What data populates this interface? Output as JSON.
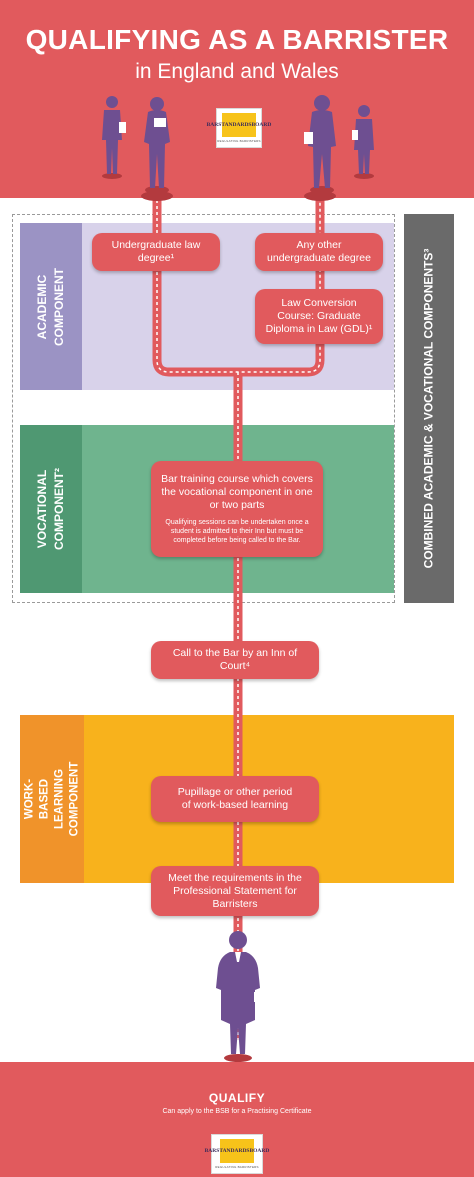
{
  "header": {
    "title": "QUALIFYING AS A BARRISTER",
    "subtitle": "in England and Wales",
    "logo_text_1": "BAR",
    "logo_text_2": "STANDARDS",
    "logo_text_3": "BOARD",
    "logo_tagline": "REGULATING BARRISTERS"
  },
  "components": {
    "academic": "ACADEMIC COMPONENT",
    "vocational": "VOCATIONAL COMPONENT²",
    "combined": "COMBINED ACADEMIC & VOCATIONAL COMPONENTS³",
    "work_based": "WORK-BASED LEARNING COMPONENT"
  },
  "steps": {
    "undergrad_law": "Undergraduate law degree¹",
    "other_degree": "Any other undergraduate degree",
    "gdl": "Law Conversion Course: Graduate Diploma in Law (GDL)¹",
    "bar_training": "Bar training course which covers the vocational component in one or two parts",
    "bar_training_note": "Qualifying sessions can be undertaken once a student is admitted to their Inn but must be completed before being called to the Bar.",
    "call_to_bar": "Call to the Bar by an Inn of Court⁴",
    "pupillage": "Pupillage or other period of work-based learning",
    "requirements": "Meet the requirements in the Professional Statement for Barristers"
  },
  "footer": {
    "qualify": "QUALIFY",
    "sub": "Can apply to the BSB for a Practising Certificate"
  },
  "colors": {
    "red": "#e15a5d",
    "purple_person": "#6e4f91",
    "academic": "#d8d2ea",
    "vocational": "#6fb48e",
    "work": "#f8b21c",
    "combined": "#6a6a6a"
  }
}
